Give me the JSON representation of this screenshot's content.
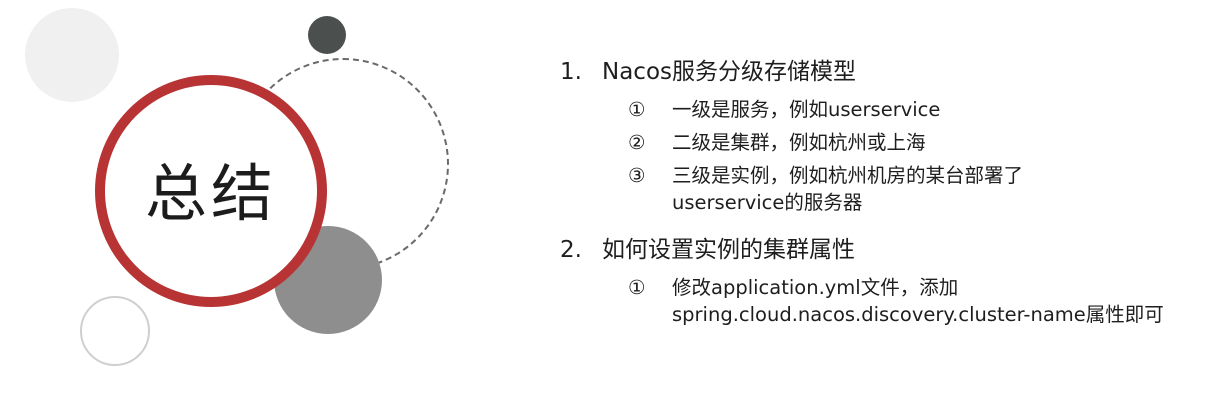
{
  "title": "总结",
  "sections": [
    {
      "number": "1.",
      "heading": "Nacos服务分级存储模型",
      "items": [
        {
          "marker": "①",
          "text": "一级是服务，例如userservice"
        },
        {
          "marker": "②",
          "text": "二级是集群，例如杭州或上海"
        },
        {
          "marker": "③",
          "text": "三级是实例，例如杭州机房的某台部署了userservice的服务器"
        }
      ]
    },
    {
      "number": "2.",
      "heading": "如何设置实例的集群属性",
      "items": [
        {
          "marker": "①",
          "text": "修改application.yml文件，添加spring.cloud.nacos.discovery.cluster-name属性即可"
        }
      ]
    }
  ],
  "colors": {
    "accent_ring": "#b83434",
    "dark_dot": "#4b4f4e",
    "gray_disc": "#8e8e8e",
    "light_disc": "#f0f0f0"
  }
}
